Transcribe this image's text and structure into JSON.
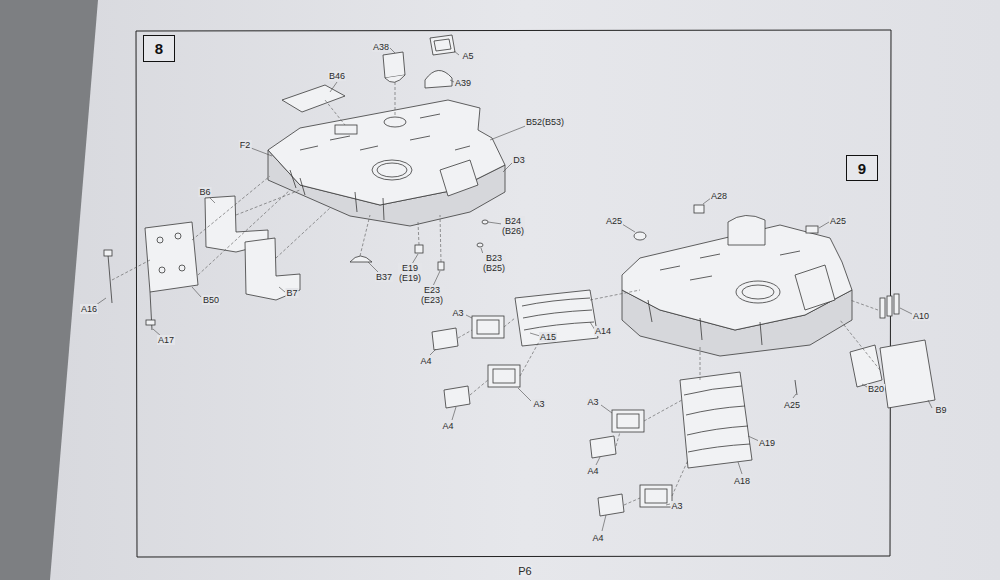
{
  "diagram": {
    "nodes": [
      {
        "text": [
          "8"
        ]
      },
      {
        "text": [
          "9"
        ]
      }
    ],
    "labels": [
      "A38",
      "A5",
      "A39",
      "B46",
      "B52(B53)",
      "F2",
      "D3",
      "B6",
      "B24 (B26)",
      "B23 (B25)",
      "E19 (E19)",
      "E23 (E23)",
      "B37",
      "B7",
      "B50",
      "A16",
      "A17",
      "A28",
      "A25",
      "A25",
      "A10",
      "A3",
      "A15",
      "A14",
      "A4",
      "A3",
      "A4",
      "B20",
      "B9",
      "A25",
      "A3",
      "A19",
      "A18",
      "A4",
      "A3",
      "A4",
      "P6"
    ]
  }
}
